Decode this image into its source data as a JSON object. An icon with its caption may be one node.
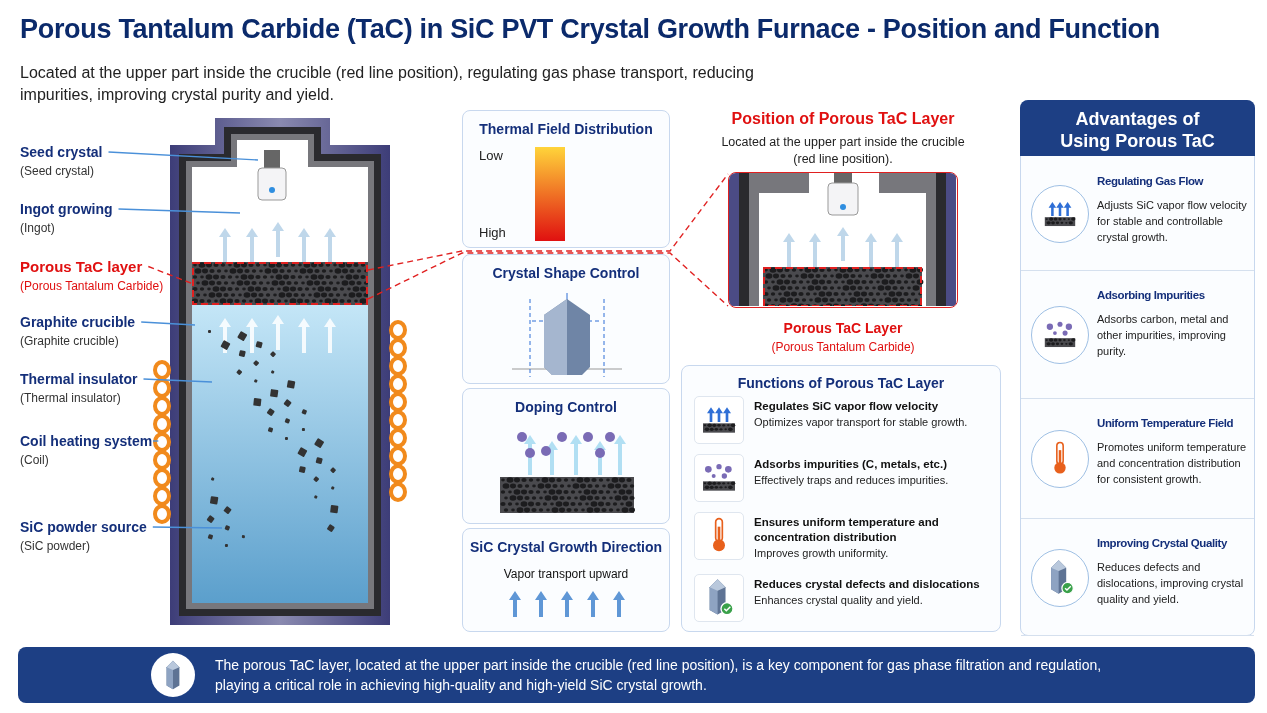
{
  "diagram": {
    "title": "Porous Tantalum Carbide (TaC) in SiC PVT Crystal Growth Furnace - Position and Function",
    "nodes": [
      {
        "text": [
          "Seed crystal",
          "(Seed crystal)"
        ]
      },
      {
        "text": [
          "Ingot growing",
          "(Ingot)"
        ]
      },
      {
        "text": [
          "Porous TaC layer",
          "(Porous Tantalum Carbide)"
        ]
      },
      {
        "text": [
          "Graphite crucible",
          "(Graphite crucible)"
        ]
      },
      {
        "text": [
          "Thermal insulator",
          "(Thermal insulator)"
        ]
      },
      {
        "text": [
          "Coil heating system",
          "(Coil)"
        ]
      },
      {
        "text": [
          "SiC powder source",
          "(SiC powder)"
        ]
      },
      {
        "text": [],
        "shape": "bar"
      },
      {
        "text": [
          "Thermal Field Distribution",
          "Low",
          "High"
        ]
      },
      {
        "text": [
          "Crystal Shape Control"
        ]
      },
      {
        "text": [
          "Doping Control"
        ]
      },
      {
        "text": [
          "SiC Crystal Growth Direction",
          "Vapor transport upward"
        ]
      },
      {
        "text": [],
        "shape": "picture",
        "beside": [
          "Position of Porous TaC Layer",
          "Located at the upper part inside the crucible (red line position).",
          "Porous TaC Layer",
          "(Porous Tantalum Carbide)"
        ]
      },
      {
        "text": [
          "Functions of Porous TaC Layer"
        ]
      },
      {
        "text": [
          "Regulates SiC vapor flow velocity",
          "Optimizes vapor transport for stable growth."
        ],
        "in": 13
      },
      {
        "text": [
          "Adsorbs impurities (C, metals, etc.)",
          "Effectively traps and reduces impurities."
        ],
        "in": 13
      },
      {
        "text": [
          "Ensures uniform temperature and concentration distribution",
          "Improves growth uniformity."
        ],
        "in": 13
      },
      {
        "text": [
          "Reduces crystal defects and dislocations",
          "Enhances crystal quality and yield."
        ],
        "in": 13
      },
      {
        "text": [
          "Advantages of Using Porous TaC"
        ]
      },
      {
        "text": [
          "Regulating Gas Flow",
          "Adjusts SiC vapor flow velocity for stable and controllable crystal growth."
        ],
        "in": 18
      },
      {
        "text": [
          "Adsorbing Impurities",
          "Adsorbs carbon, metal and other impurities, improving purity."
        ],
        "in": 18
      },
      {
        "text": [
          "Uniform Temperature Field",
          "Promotes uniform temperature and concentration distribution for consistent growth."
        ],
        "in": 18
      },
      {
        "text": [
          "Improving Crystal Quality",
          "Reduces defects and dislocations, improving crystal quality and yield."
        ],
        "in": 18
      },
      {
        "text": [
          "The porous TaC layer, located at the upper part inside the crucible (red line position), is a key component for gas phase filtration and regulation, playing a critical role in achieving high-quality and high-yield SiC crystal growth."
        ]
      },
      {
        "text": [],
        "shape": "bar",
        "in": 8
      }
    ],
    "edges": [
      {
        "from": 0,
        "to": null,
        "arrow": "none"
      },
      {
        "from": 1,
        "to": null,
        "arrow": "none"
      },
      {
        "from": 2,
        "to": 7,
        "arrow": "none",
        "style": "dashed",
        "color": "#e02020"
      },
      {
        "from": 3,
        "to": null,
        "arrow": "none"
      },
      {
        "from": 4,
        "to": null,
        "arrow": "none"
      },
      {
        "from": 5,
        "to": null,
        "arrow": "none"
      },
      {
        "from": 6,
        "to": null,
        "arrow": "none"
      },
      {
        "from": 7,
        "to": 12,
        "arrow": "none",
        "style": "dashed",
        "color": "#e02020"
      },
      {
        "from": 7,
        "to": 12,
        "arrow": "none",
        "style": "dashed",
        "color": "#e02020"
      }
    ],
    "labels": [
      "Located at the upper part inside the crucible (red line position), regulating gas phase transport, reducing impurities, improving crystal purity and yield."
    ]
  }
}
